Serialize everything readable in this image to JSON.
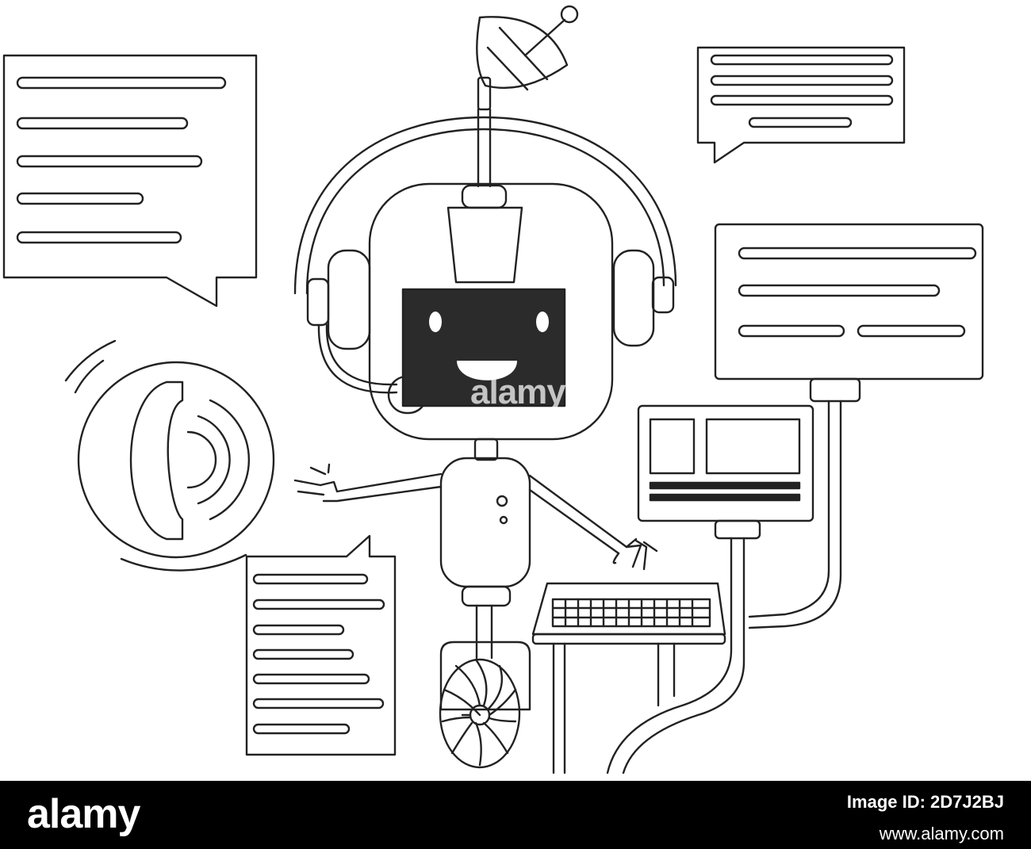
{
  "watermark": {
    "text": "alamy"
  },
  "footer": {
    "logo": "alamy",
    "image_id_line": "Image ID: 2D7J2BJ",
    "url": "www.alamy.com"
  },
  "colors": {
    "line": "#222222",
    "screen": "#2b2b2b",
    "background": "#ffffff",
    "footer_bg": "#000000"
  }
}
